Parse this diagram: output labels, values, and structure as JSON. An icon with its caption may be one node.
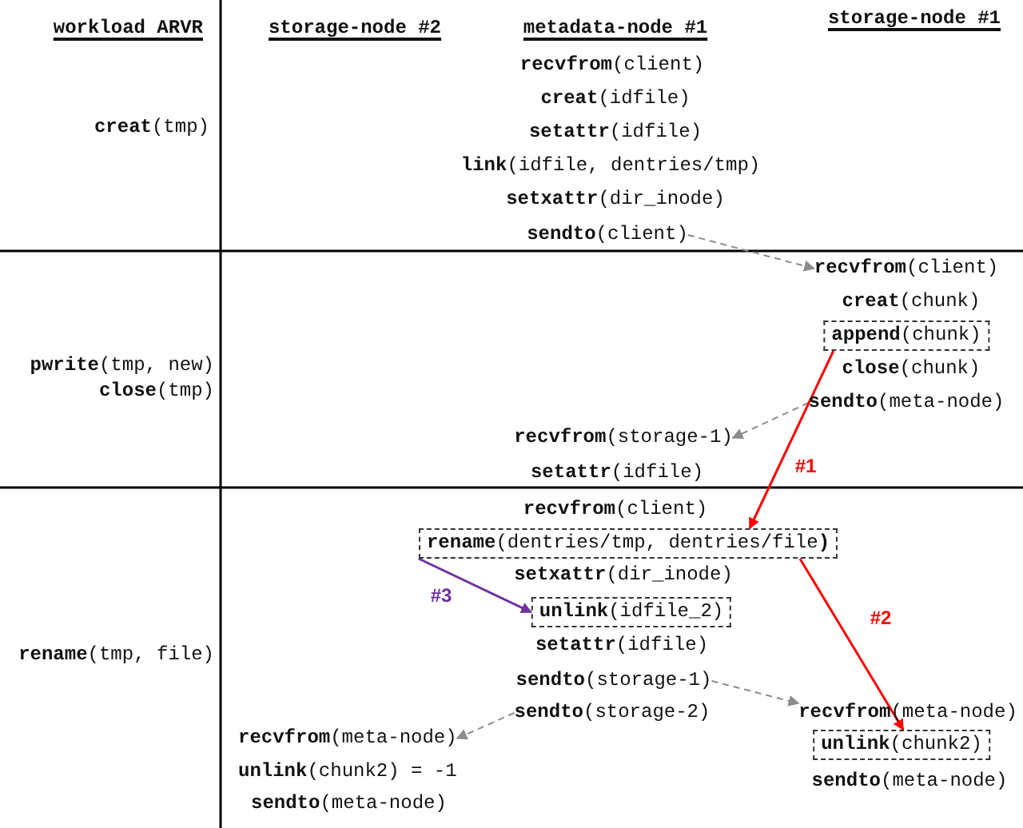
{
  "diagram": {
    "nodes": [
      {
        "text": [
          "**sendto**(client)"
        ]
      },
      {
        "text": [
          "**recvfrom**(client)"
        ]
      },
      {
        "text": [
          "**append**(chunk)"
        ]
      },
      {
        "text": [
          "**sendto**(meta-node)"
        ]
      },
      {
        "text": [
          "**recvfrom**(storage-1)"
        ]
      },
      {
        "text": [
          "**rename**(dentries/tmp, dentries/file**)**"
        ]
      },
      {
        "text": [
          "**unlink**(idfile_2)"
        ]
      },
      {
        "text": [
          "**sendto**(storage-1)"
        ]
      },
      {
        "text": [
          "**sendto**(storage-2)"
        ]
      },
      {
        "text": [
          "**recvfrom**(meta-node)"
        ]
      },
      {
        "text": [
          "**unlink**(chunk2)"
        ]
      },
      {
        "text": [
          "**recvfrom**(meta-node)"
        ]
      }
    ],
    "edges": [
      {
        "from": 0,
        "to": 1,
        "arrow": "to",
        "style": "dashed"
      },
      {
        "from": 3,
        "to": 4,
        "arrow": "to",
        "style": "dashed"
      },
      {
        "from": 2,
        "to": 5,
        "arrow": "to",
        "label": "#1",
        "color": "#ff0000"
      },
      {
        "from": 5,
        "to": 10,
        "arrow": "to",
        "label": "#2",
        "color": "#ff0000"
      },
      {
        "from": 5,
        "to": 6,
        "arrow": "to",
        "label": "#3",
        "color": "#7030a0"
      },
      {
        "from": 7,
        "to": 9,
        "arrow": "to",
        "style": "dashed"
      },
      {
        "from": 8,
        "to": 11,
        "arrow": "to",
        "style": "dashed"
      }
    ],
    "labels": [
      "workload ARVR",
      "storage-node #2",
      "metadata-node #1",
      "storage-node #1",
      "**recvfrom**(client)",
      "**creat**(idfile)",
      "**setattr**(idfile)",
      "**creat**(tmp)",
      "**link**(idfile, dentries/tmp)",
      "**setxattr**(dir_inode)",
      "**creat**(chunk)",
      "**pwrite**(tmp, new)",
      "**close**(tmp)",
      "**close**(chunk)",
      "**setattr**(idfile)",
      "**recvfrom**(client)",
      "**setxattr**(dir_inode)",
      "**rename**(tmp, file)",
      "**setattr**(idfile)",
      "**unlink**(chunk2) = -1",
      "**sendto**(meta-node)",
      "**sendto**(meta-node)"
    ]
  }
}
